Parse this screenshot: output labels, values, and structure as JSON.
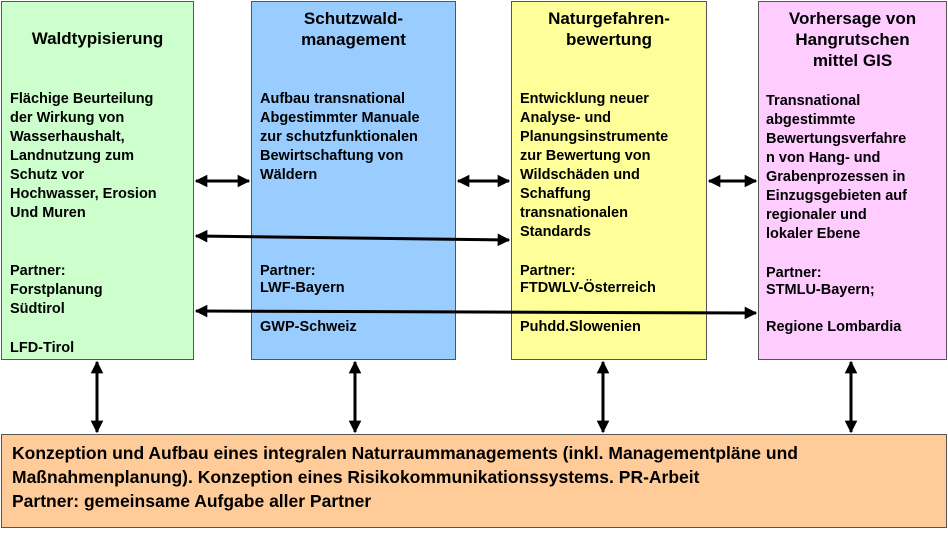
{
  "colors": {
    "waldtypisierung": "#ccffcc",
    "schutzwald": "#99ccff",
    "naturgefahren": "#ffff99",
    "hangrutschen": "#ffccff",
    "bottom": "#ffcc99",
    "arrow": "#000000"
  },
  "waldtypisierung": {
    "title": "Waldtypisierung",
    "description": "Flächige Beurteilung\nder Wirkung von\nWasserhaushalt,\nLandnutzung zum\nSchutz vor\nHochwasser, Erosion\nUnd Muren",
    "partner_label": "Partner:",
    "partner_1": "Forstplanung\nSüdtirol",
    "partner_2": "LFD-Tirol"
  },
  "schutzwald": {
    "title": "Schutzwald-\nmanagement",
    "description": "Aufbau transnational\nAbgestimmter Manuale\nzur schutzfunktionalen\nBewirtschaftung von\nWäldern",
    "partner_label": "Partner:",
    "partner_1": "LWF-Bayern",
    "partner_2": "GWP-Schweiz"
  },
  "naturgefahren": {
    "title": "Naturgefahren-\nbewertung",
    "description": "Entwicklung neuer\nAnalyse- und\nPlanungsinstrumente\nzur Bewertung von\nWildschäden und\nSchaffung\ntransnationalen\nStandards",
    "partner_label": "Partner:",
    "partner_1": "FTDWLV-Österreich",
    "partner_2": "Puhdd.Slowenien"
  },
  "hangrutschen": {
    "title": "Vorhersage von\nHangrutschen\nmittel GIS",
    "description": "Transnational\nabgestimmte\nBewertungsverfahre\nn von Hang- und\nGrabenprozessen in\nEinzugsgebieten auf\nregionaler und\nlokaler Ebene",
    "partner_label": "Partner:",
    "partner_1": "STMLU-Bayern;",
    "partner_2": "Regione Lombardia"
  },
  "bottom": {
    "text": "Konzeption und Aufbau eines integralen Naturraummanagements (inkl. Managementpläne und\nMaßnahmenplanung). Konzeption eines Risikokommunikationssystems. PR-Arbeit\nPartner: gemeinsame Aufgabe aller Partner"
  }
}
